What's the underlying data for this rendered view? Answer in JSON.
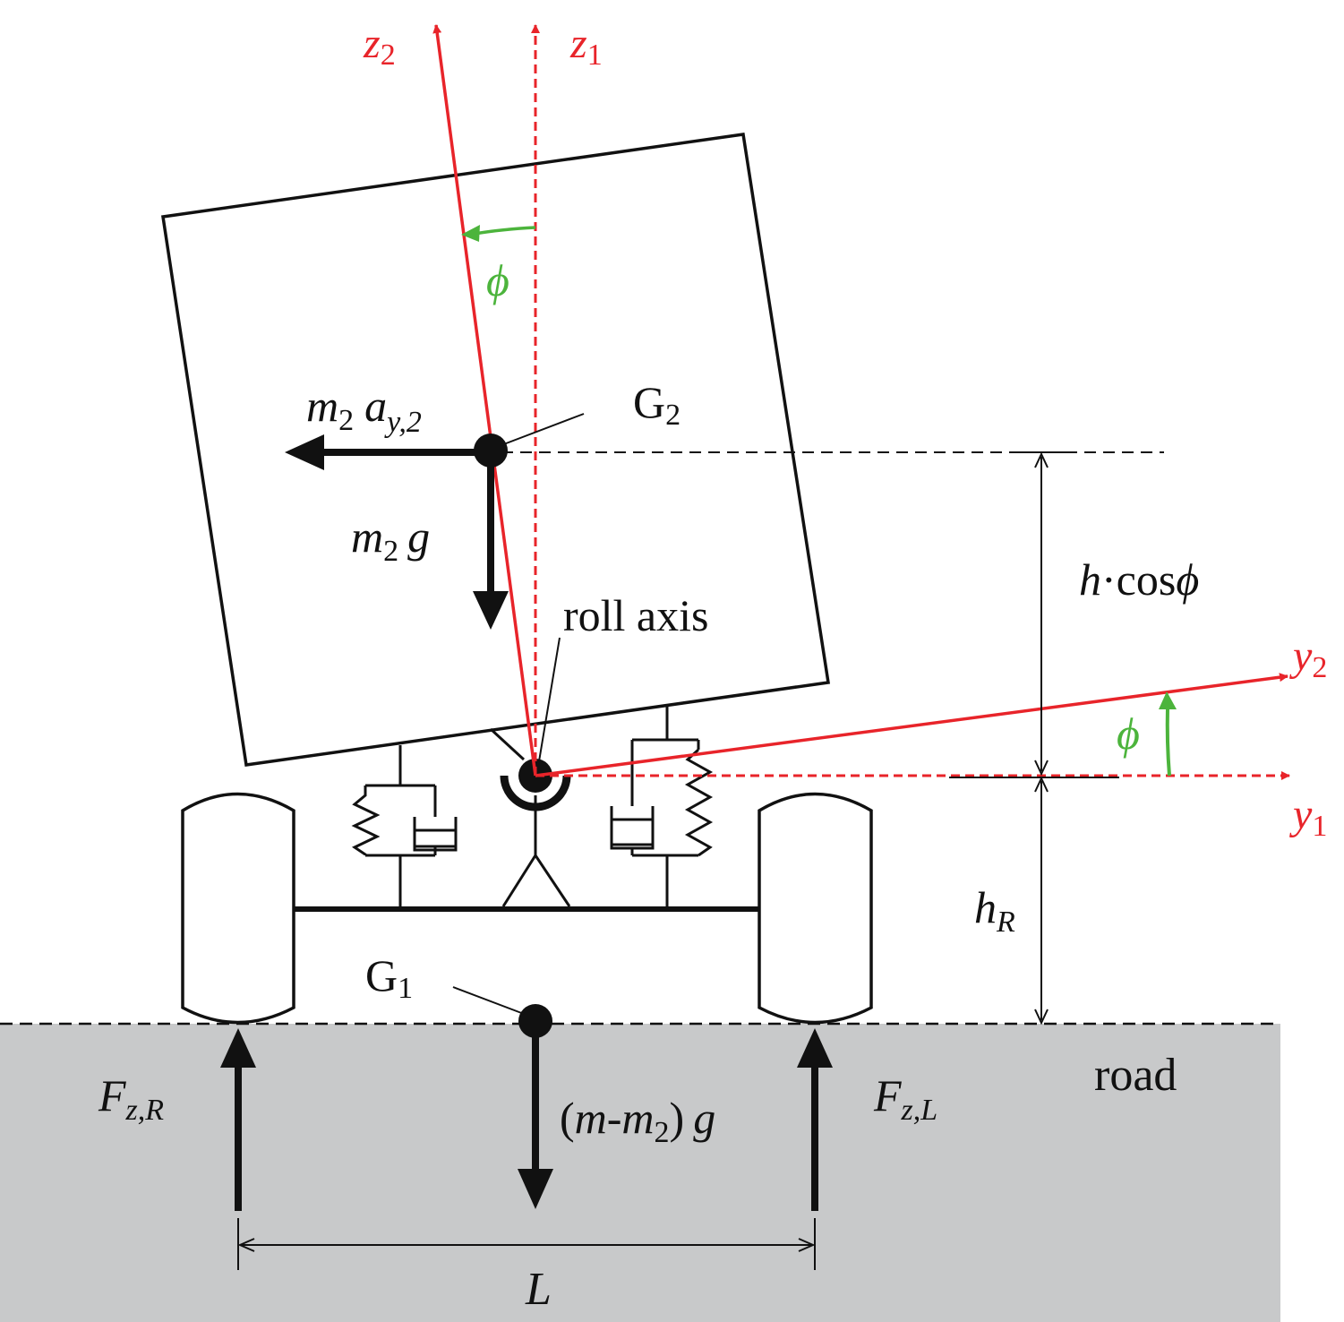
{
  "colors": {
    "frame_axes": "#e8242a",
    "roll_angle": "#4cb43c",
    "road_fill": "#c8c9ca",
    "ink": "#111111"
  },
  "labels": {
    "z2": {
      "base": "z",
      "sub": "2"
    },
    "z1": {
      "base": "z",
      "sub": "1"
    },
    "y2": {
      "base": "y",
      "sub": "2"
    },
    "y1": {
      "base": "y",
      "sub": "1"
    },
    "phi_top": "ϕ",
    "phi_right": "ϕ",
    "G2": {
      "base": "G",
      "sub": "2"
    },
    "G1": {
      "base": "G",
      "sub": "1"
    },
    "lateral_force": {
      "m": "m",
      "m_sub": "2",
      "a": "a",
      "a_sub": "y,2"
    },
    "weight_sprung": {
      "m": "m",
      "m_sub": "2",
      "g": "g"
    },
    "roll_axis": "roll axis",
    "h_cos_phi": {
      "h": "h",
      "dot": "·",
      "cos": "cos",
      "phi": "ϕ"
    },
    "hR": {
      "base": "h",
      "sub": "R"
    },
    "road": "road",
    "FzR": {
      "base": "F",
      "sub": "z,R"
    },
    "FzL": {
      "base": "F",
      "sub": "z,L"
    },
    "weight_unsprung": {
      "open": "(",
      "m": "m",
      "dash": "-",
      "m2": "m",
      "m2_sub": "2",
      "close": ")",
      "g": "g"
    },
    "L": "L"
  }
}
